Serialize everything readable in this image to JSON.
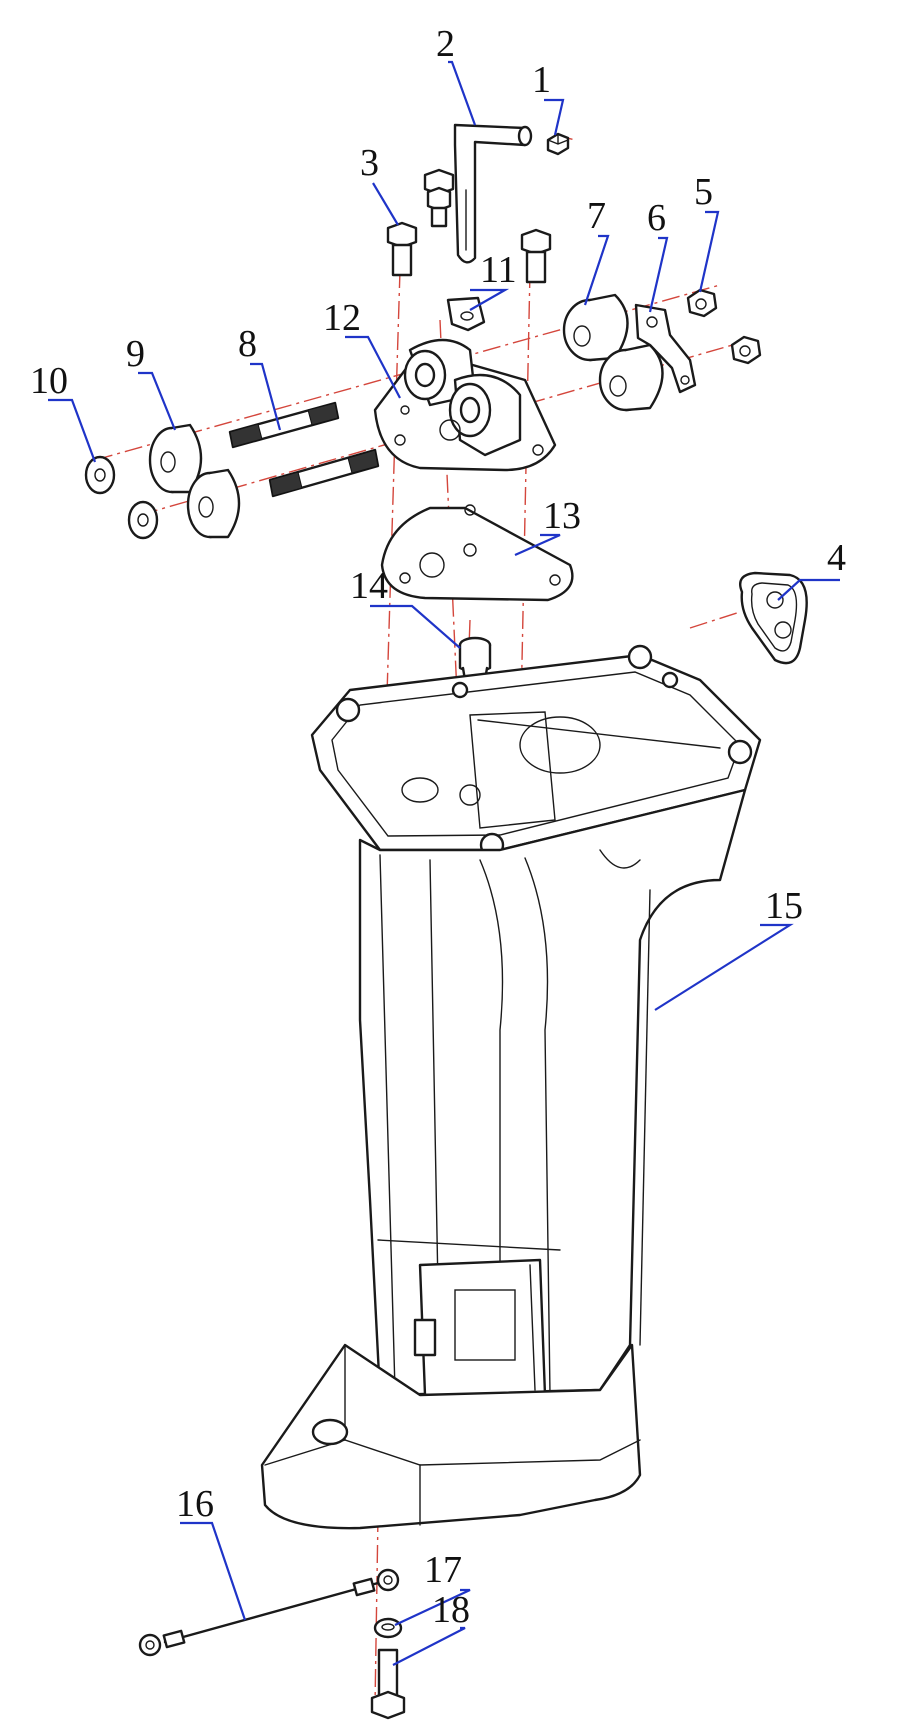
{
  "diagram": {
    "colors": {
      "line": "#1a1a1a",
      "leader": "#1f34c8",
      "axis": "#d4463c",
      "background": "#ffffff"
    },
    "callouts": [
      {
        "id": "1",
        "label": "1"
      },
      {
        "id": "2",
        "label": "2"
      },
      {
        "id": "3",
        "label": "3"
      },
      {
        "id": "4",
        "label": "4"
      },
      {
        "id": "5",
        "label": "5"
      },
      {
        "id": "6",
        "label": "6"
      },
      {
        "id": "7",
        "label": "7"
      },
      {
        "id": "8",
        "label": "8"
      },
      {
        "id": "9",
        "label": "9"
      },
      {
        "id": "10",
        "label": "10"
      },
      {
        "id": "11",
        "label": "11"
      },
      {
        "id": "12",
        "label": "12"
      },
      {
        "id": "13",
        "label": "13"
      },
      {
        "id": "14",
        "label": "14"
      },
      {
        "id": "15",
        "label": "15"
      },
      {
        "id": "16",
        "label": "16"
      },
      {
        "id": "17",
        "label": "17"
      },
      {
        "id": "18",
        "label": "18"
      }
    ]
  }
}
